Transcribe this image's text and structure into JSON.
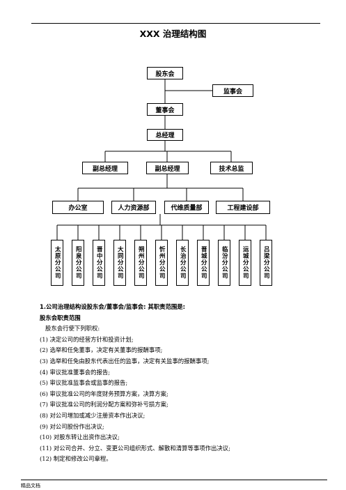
{
  "title": "XXX 治理结构图",
  "org": {
    "shareholders": "股东会",
    "supervisors": "监事会",
    "board": "董事会",
    "gm": "总经理",
    "deputies": [
      "副总经理",
      "副总经理",
      "技术总监"
    ],
    "departments": [
      "办公室",
      "人力资源部",
      "代维质量部",
      "工程建设部"
    ],
    "branches": [
      "太原分公司",
      "阳泉分公司",
      "晋中分公司",
      "大同分公司",
      "朔州分公司",
      "忻州分公司",
      "长治分公司",
      "晋城分公司",
      "临汾分公司",
      "运城分公司",
      "吕梁分公司"
    ]
  },
  "section": {
    "heading": "1.公司治理结构设股东会/董事会/监事会: 其职责范围是:",
    "subheading": "股东会职责范围",
    "intro": "股东会行使下列职权:",
    "items": [
      "(1) 决定公司的经营方针和投资计划;",
      "(2) 选举和任免董事，决定有关董事的报酬事项;",
      "(3) 选举和任免由股东代表出任的监事，决定有关监事的报酬事项;",
      "(4) 审议批准董事会的报告;",
      "(5) 审议批准监事会或监事的报告;",
      "(6) 审议批准公司的年度财务预算方案，决算方案;",
      "(7) 审议批准公司的利润分配方案和弥补亏损方案;",
      "(8) 对公司增加或减少注册资本作出决议;",
      "(9) 对公司股份作出决议;",
      "(10) 对股东转让出资作出决议;",
      "(11) 对公司合并、分立、变更公司组织形式、解散和清算等事项作出决议;",
      "(12) 制定和修改公司章程。"
    ]
  },
  "footer": "精品文档"
}
